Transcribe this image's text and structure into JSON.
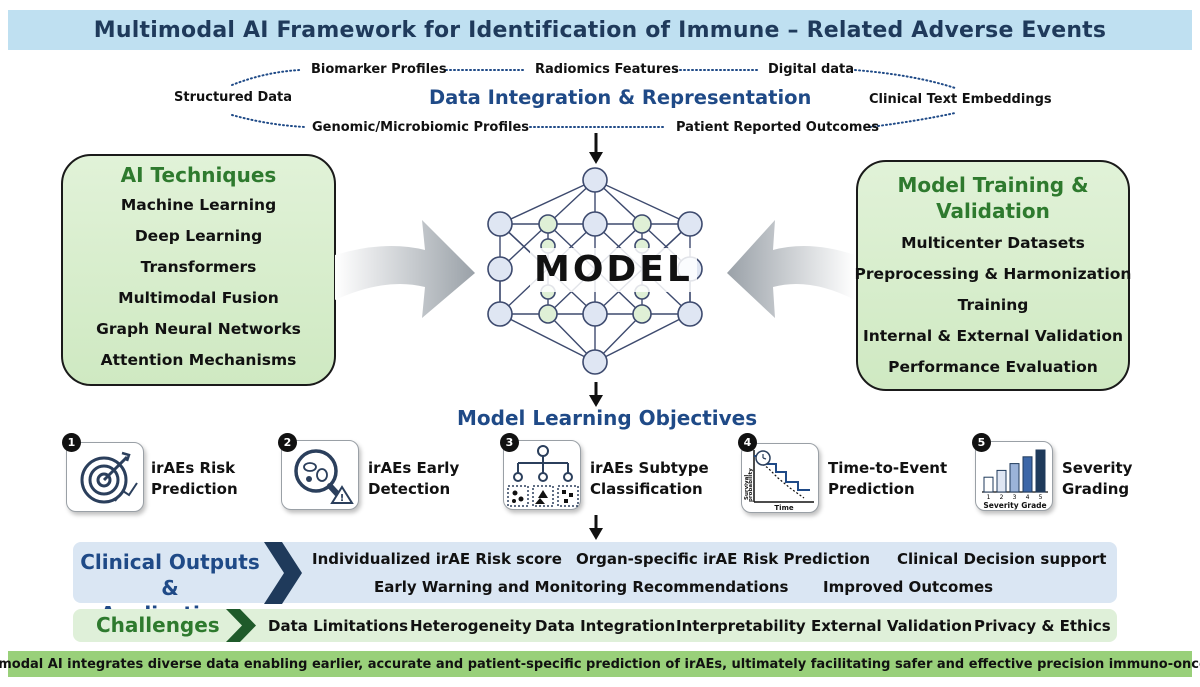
{
  "title": "Multimodal AI Framework for Identification of Immune – Related Adverse Events",
  "data_integration": {
    "title": "Data Integration & Representation",
    "sources": {
      "biomarker": "Biomarker Profiles",
      "radiomics": "Radiomics Features",
      "digital": "Digital data",
      "structured": "Structured Data",
      "clinical_text": "Clinical Text Embeddings",
      "genomic": "Genomic/Microbiomic Profiles",
      "pro": "Patient Reported Outcomes"
    }
  },
  "ai_techniques": {
    "title": "AI Techniques",
    "items": [
      "Machine Learning",
      "Deep Learning",
      "Transformers",
      "Multimodal Fusion",
      "Graph Neural Networks",
      "Attention Mechanisms"
    ]
  },
  "model": {
    "label": "MODEL"
  },
  "model_training": {
    "title_line1": "Model Training &",
    "title_line2": "Validation",
    "items": [
      "Multicenter Datasets",
      "Preprocessing & Harmonization",
      "Training",
      "Internal & External Validation",
      "Performance Evaluation"
    ]
  },
  "objectives": {
    "title": "Model Learning Objectives",
    "items": [
      {
        "num": "1",
        "line1": "irAEs Risk",
        "line2": "Prediction",
        "icon": "target-icon"
      },
      {
        "num": "2",
        "line1": "irAEs Early",
        "line2": "Detection",
        "icon": "magnifier-cells-icon"
      },
      {
        "num": "3",
        "line1": "irAEs Subtype",
        "line2": "Classification",
        "icon": "hierarchy-icon"
      },
      {
        "num": "4",
        "line1": "Time-to-Event",
        "line2": "Prediction",
        "icon": "survival-curve-icon",
        "curve_ylabel_1": "Survival",
        "curve_ylabel_2": "probability",
        "curve_xlabel": "Time"
      },
      {
        "num": "5",
        "line1": "Severity",
        "line2": "Grading",
        "icon": "severity-bars-icon",
        "bar_values": [
          1,
          2,
          3,
          4,
          5
        ],
        "xlabel": "Severity Grade"
      }
    ]
  },
  "clinical_outputs": {
    "title_line1": "Clinical Outputs &",
    "title_line2": "Applications",
    "items": [
      "Individualized irAE Risk score",
      "Organ-specific irAE Risk Prediction",
      "Clinical Decision support",
      "Early Warning and Monitoring Recommendations",
      "Improved Outcomes"
    ]
  },
  "challenges": {
    "title": "Challenges",
    "items": [
      "Data Limitations",
      "Heterogeneity",
      "Data Integration",
      "Interpretability",
      "External Validation",
      "Privacy & Ethics"
    ]
  },
  "footer": "Multimodal AI integrates diverse data enabling earlier, accurate and patient-specific prediction of irAEs, ultimately facilitating safer and effective precision immuno-oncology",
  "colors": {
    "title_bg": "#bfe0f1",
    "navy": "#1f4a87",
    "green_title": "#2e7a2e",
    "panel_bg": "#d8eecd",
    "node_blue": "#dfe6f3",
    "node_green": "#dff0d6",
    "footer_bg": "#99d07a"
  }
}
